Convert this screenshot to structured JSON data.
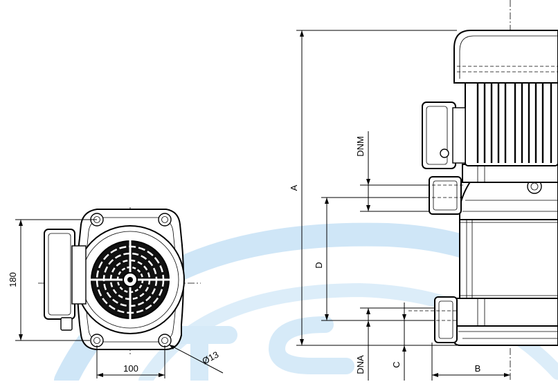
{
  "dimensions": {
    "height_top_view": "180",
    "width_top_view": "100",
    "hole_diameter": "Ø13",
    "overall_height": "A",
    "outlet_offset": "DNM",
    "inlet_height": "D",
    "inlet_size": "DNA",
    "base_offset": "C",
    "half_width": "B"
  },
  "colors": {
    "line": "#000000",
    "watermark": "#cfe6f7",
    "background": "#ffffff"
  }
}
